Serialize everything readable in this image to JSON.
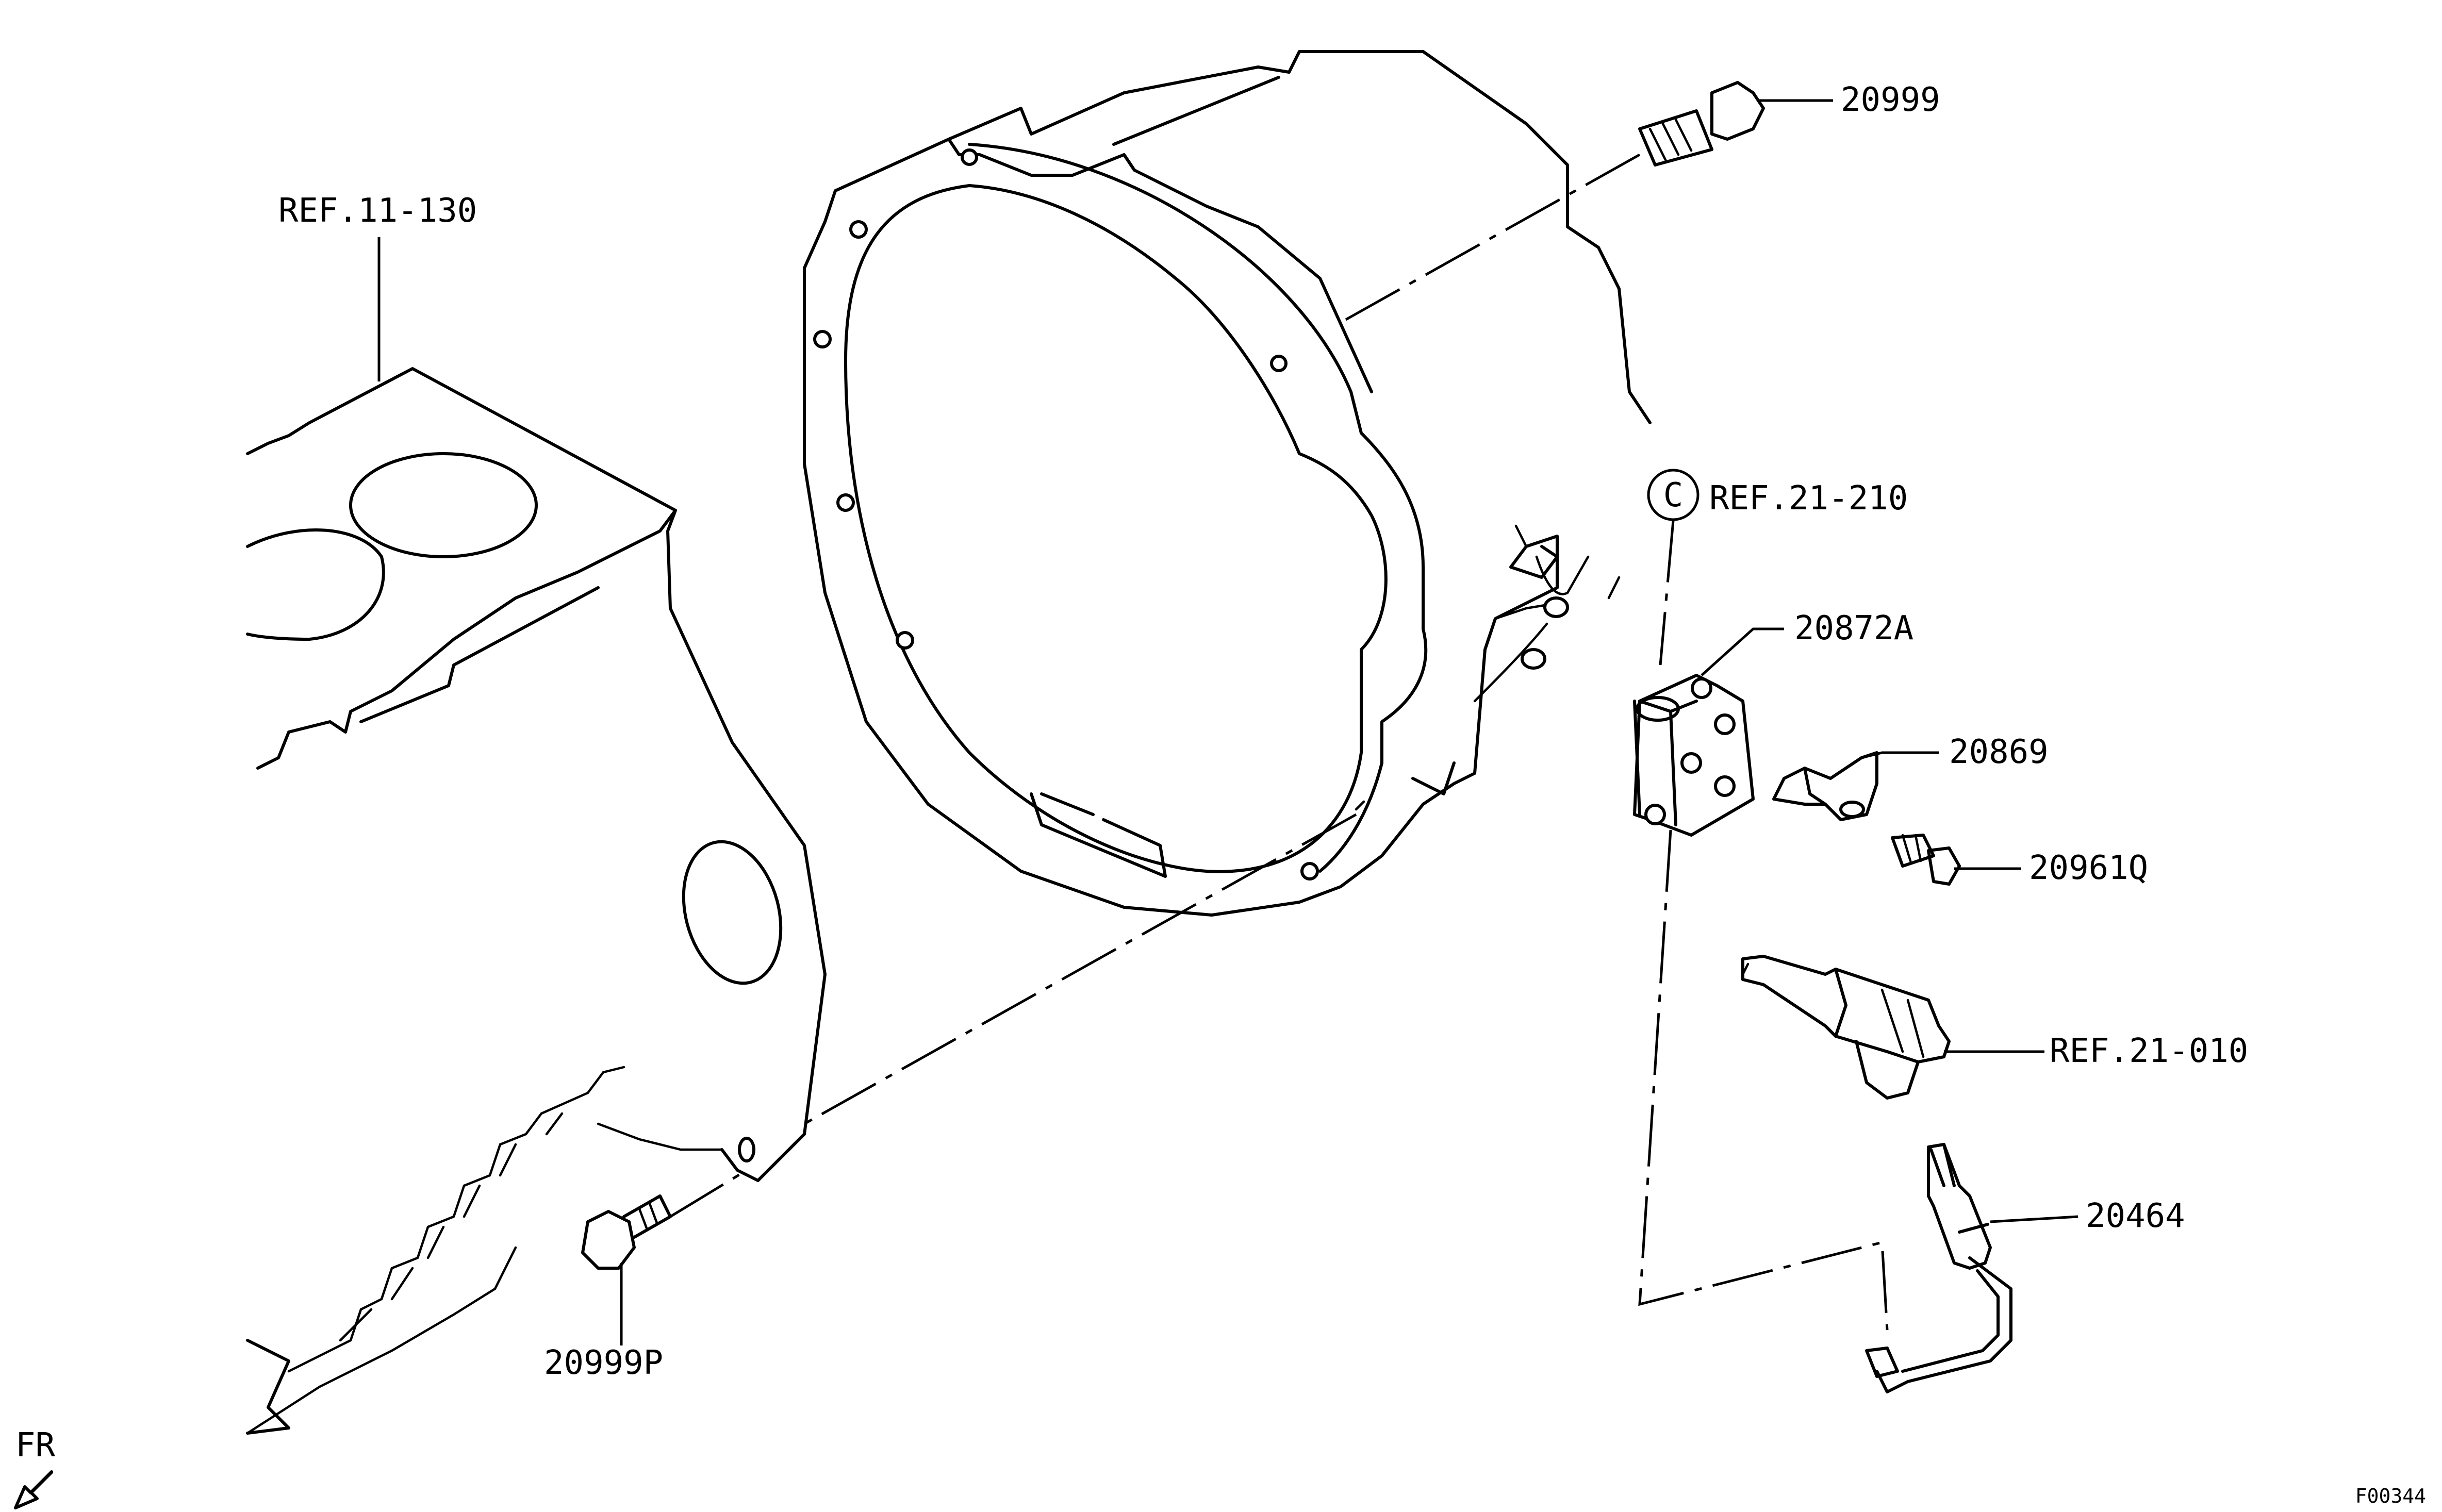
{
  "diagram": {
    "labels": {
      "ref_11_130": "REF.11-130",
      "bolt_20999": "20999",
      "ref_21_210": "REF.21-210",
      "callout_c": "C",
      "sensor_20872a": "20872A",
      "bracket_20869": "20869",
      "bolt_20961q": "20961Q",
      "ref_21_010": "REF.21-010",
      "sensor_20464": "20464",
      "bolt_20999p": "20999P",
      "front": "FR",
      "figure_code": "F00344"
    }
  }
}
